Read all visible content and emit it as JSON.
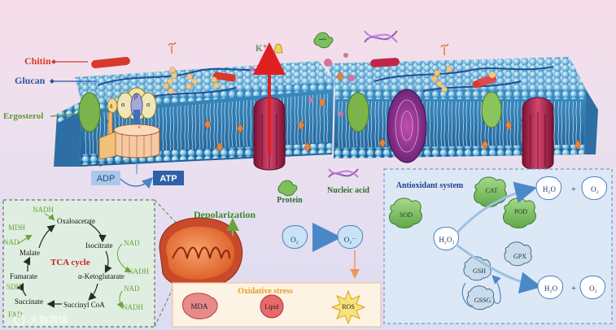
{
  "membrane_labels": {
    "chitin": "Chitin",
    "glucan": "Glucan",
    "ergosterol": "Ergosterol"
  },
  "atp_synthase": {
    "subunit_alpha": "α",
    "subunit_beta": "β",
    "subunit_delta": "δ",
    "subunit_a": "a",
    "subunit_b": "b",
    "subunit_c": "c",
    "subunit_e": "e"
  },
  "energy": {
    "adp": "ADP",
    "atp": "ATP"
  },
  "ion_leak": {
    "potassium": "K⁺"
  },
  "leakage": {
    "protein": "Protein",
    "nucleic_acid": "Nucleic acid"
  },
  "tca": {
    "title": "TCA cycle",
    "metabolites": [
      "Oxaloacetate",
      "Isocitrate",
      "α-Ketoglutarate",
      "Succinyl CoA",
      "Succinate",
      "Fumarate",
      "Malate"
    ],
    "cofactors": {
      "nadh_top": "NADH",
      "mdh": "MDH",
      "nad_left": "NAD",
      "nad_right_1": "NAD",
      "nadh_right_1": "NADH",
      "nad_right_2": "NAD",
      "nadh_right_2": "NADH",
      "sdh": "SDH",
      "fad": "FAD"
    }
  },
  "mito": {
    "depolarization": "Depolarization"
  },
  "ros_path": {
    "o2": "O₂",
    "superoxide": "O₂⁻"
  },
  "oxidative_stress": {
    "title": "Oxidative stress",
    "items": [
      "MDA",
      "Lipid",
      "ROS"
    ]
  },
  "antioxidant": {
    "title": "Antioxidant system",
    "sod": "SOD",
    "cat": "CAT",
    "pod": "POD",
    "gpx": "GPX",
    "gsh": "GSH",
    "gssg": "GSSG",
    "h2o2": "H₂O₂",
    "h2o": "H₂O",
    "o2": "O₂",
    "plus": "+"
  },
  "watermark": "大数跨境",
  "colors": {
    "chitin": "#d9392b",
    "glucan": "#2a56a8",
    "ergosterol": "#5a9a3a",
    "atp_box": "#2f5fa8",
    "adp_box": "#a9c8ea",
    "k_arrow": "#e02020",
    "tca_green": "#6aa33a",
    "panel_border": "#6a9ec8"
  }
}
